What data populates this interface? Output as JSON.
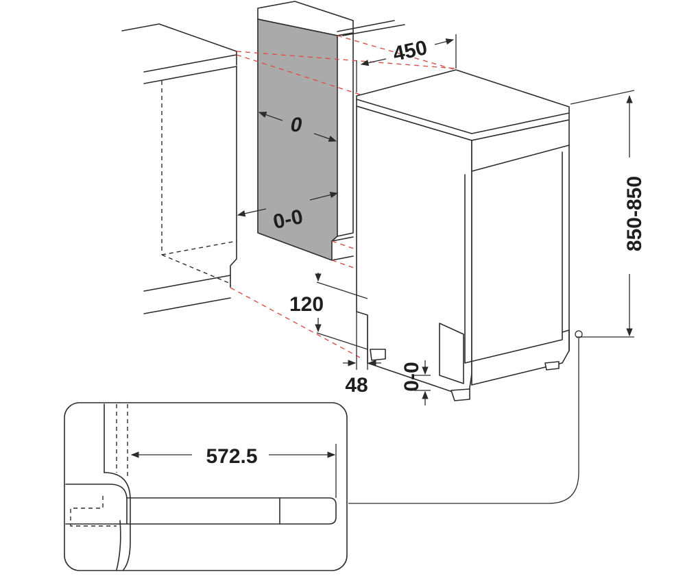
{
  "diagram": {
    "colors": {
      "line": "#2b2b2b",
      "panel": "#aaaaaa",
      "guide": "#d9504a",
      "background": "#ffffff"
    },
    "labels": {
      "width": "450",
      "side_gap": "0",
      "back_gap": "0-0",
      "height": "850-850",
      "toe_kick": "120",
      "foot_offset": "48",
      "foot_adjust": "0-0",
      "door_depth": "572.5"
    }
  }
}
